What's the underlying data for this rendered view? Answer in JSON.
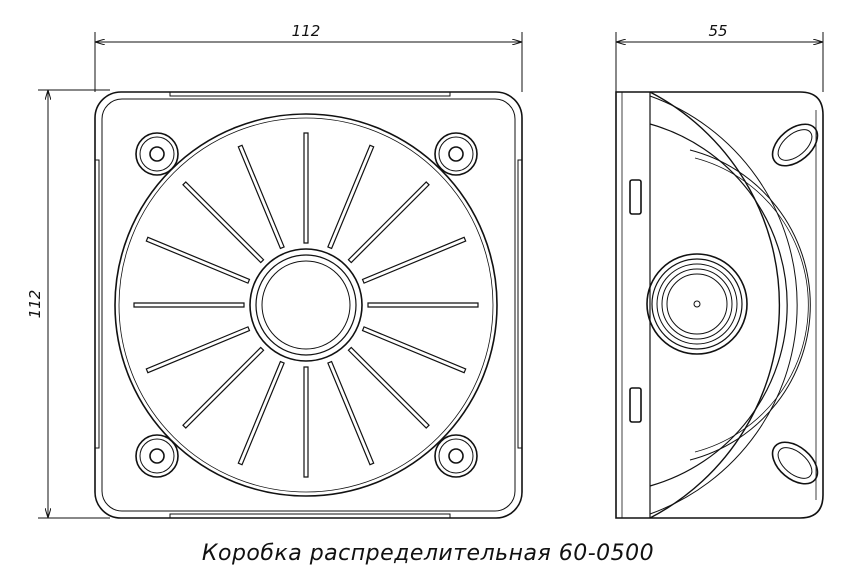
{
  "dimensions": {
    "front_width": "112",
    "front_height": "112",
    "side_depth": "55"
  },
  "caption": "Коробка распределительная 60-0500",
  "colors": {
    "line": "#111111",
    "background": "#ffffff"
  }
}
